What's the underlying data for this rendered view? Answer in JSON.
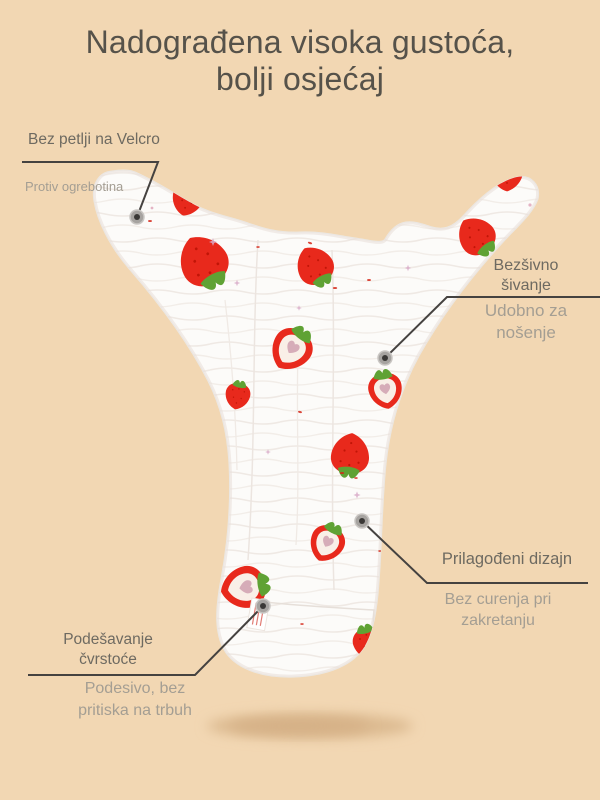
{
  "title": {
    "line1": "Nadograđena visoka gustoća,",
    "line2": "bolji osjećaj"
  },
  "annotations": [
    {
      "id": "velcro-loop-free",
      "label": "Bez petlji na Velcro",
      "sublabel": "Protiv ogrebotina"
    },
    {
      "id": "seamless-stitching",
      "label": "Bezšivno šivanje",
      "sublabel": "Udobno za nošenje"
    },
    {
      "id": "custom-design",
      "label": "Prilagođeni dizajn",
      "sublabel": "Bez curenja pri zakretanju"
    },
    {
      "id": "tightness-adjustment",
      "label": "Podešavanje čvrstoće",
      "sublabel": "Podesivo, bez pritiska na trbuh"
    }
  ],
  "colors": {
    "background": "#f2d7b3",
    "title_text": "#56524a",
    "label_text": "#6e6a61",
    "sublabel_text": "#a49e93",
    "leader_line": "#454240",
    "strawberry_red": "#e8291c",
    "strawberry_dark": "#c11507",
    "leaf_green": "#5fa234",
    "fabric_white": "#fcfbf9"
  }
}
